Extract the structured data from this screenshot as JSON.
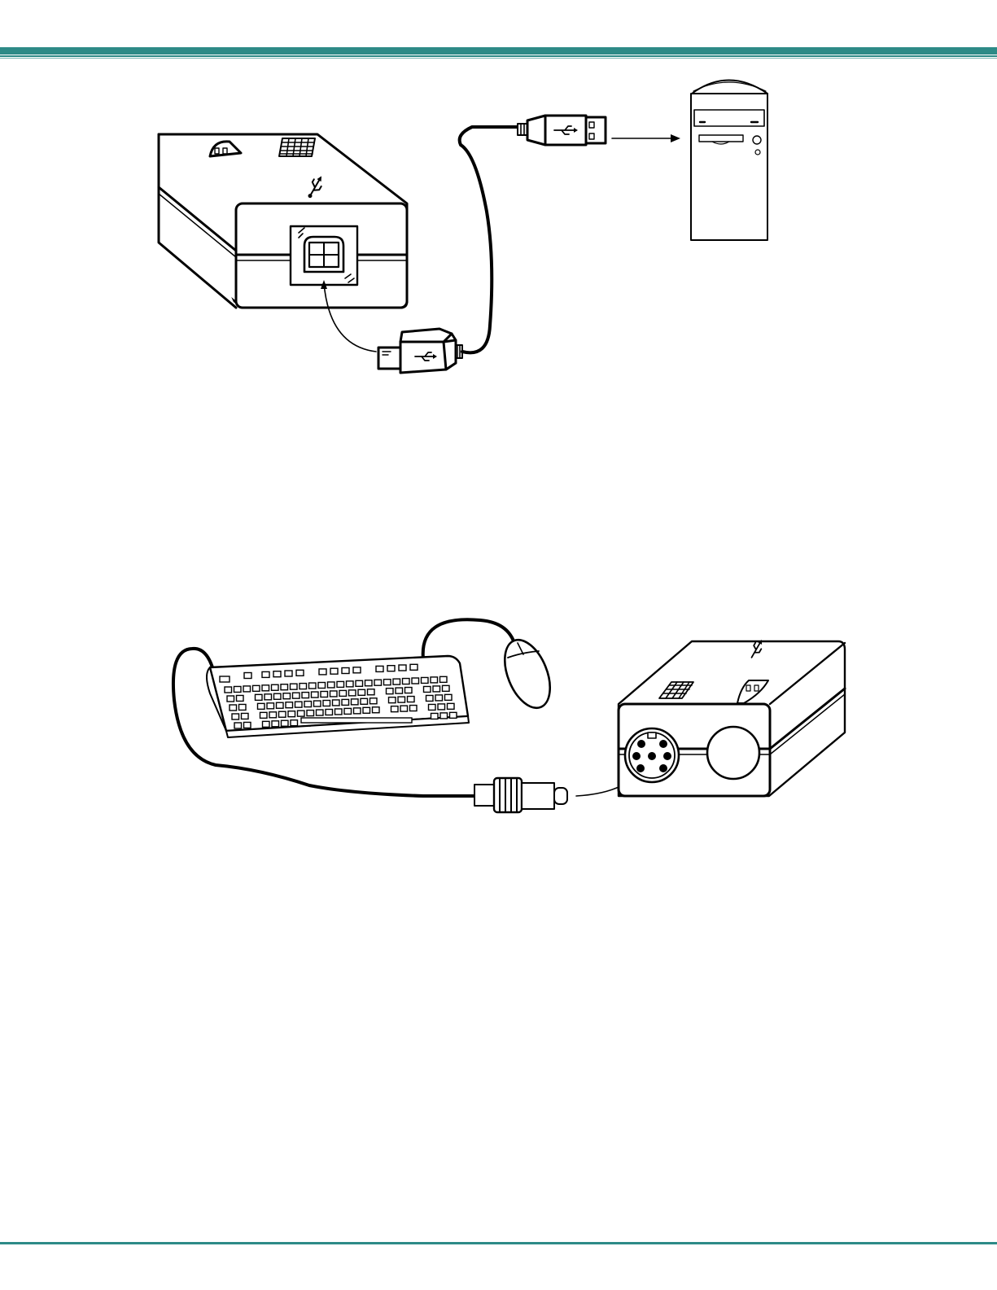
{
  "page": {
    "colors": {
      "accent": "#2d8a87",
      "accent_light": "#7fb9b6",
      "ink": "#000000",
      "paper": "#ffffff"
    }
  },
  "figures": [
    {
      "id": "usb-connection",
      "items": [
        "extender-box-usb-b-port",
        "usb-cable",
        "usb-a-plug",
        "usb-b-plug",
        "tower-computer",
        "usb-icon"
      ]
    },
    {
      "id": "ps2-connection",
      "items": [
        "extender-box-ps2-port",
        "keyboard",
        "mouse",
        "mini-din-plug",
        "usb-icon"
      ]
    }
  ]
}
